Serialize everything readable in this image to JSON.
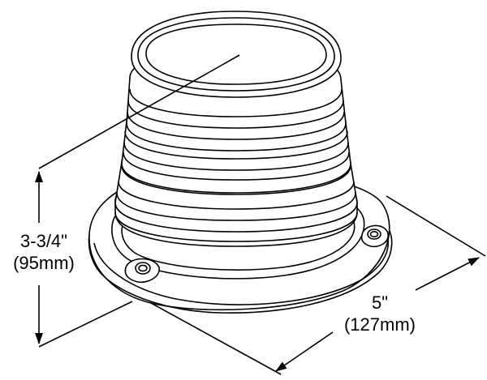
{
  "dimensions": {
    "height": {
      "imperial": "3-3/4\"",
      "metric": "(95mm)"
    },
    "width": {
      "imperial": "5\"",
      "metric": "(127mm)"
    }
  }
}
